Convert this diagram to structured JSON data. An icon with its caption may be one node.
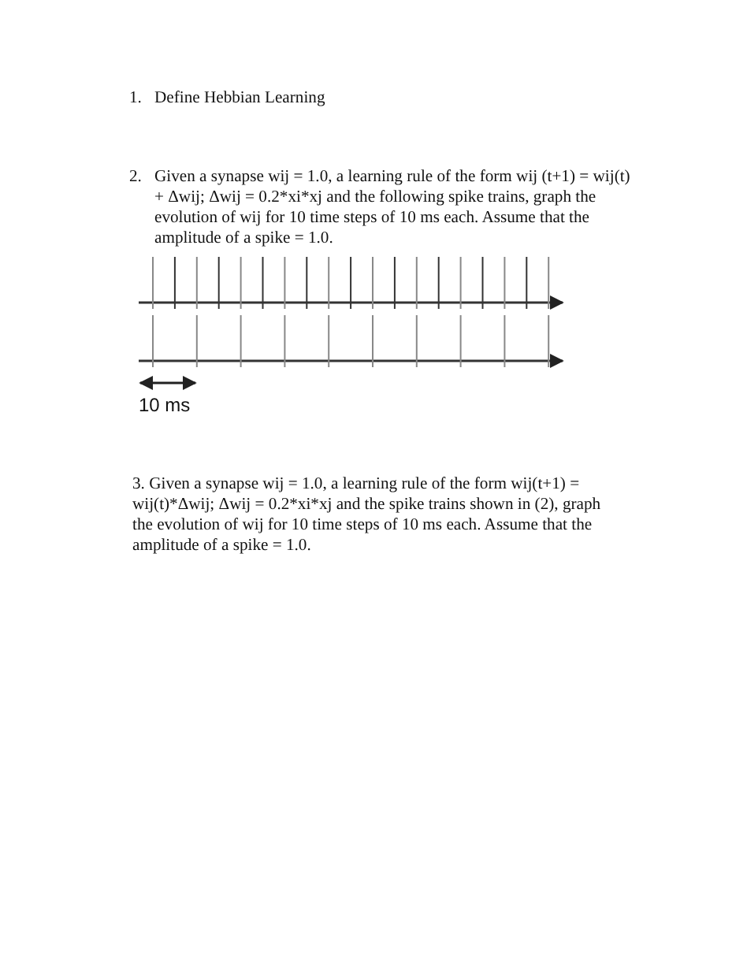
{
  "diagram": {
    "labels": [
      "1.",
      "Define Hebbian Learning",
      "2.",
      "Given a synapse wij = 1.0, a learning rule of the form wij (t+1) = wij(t) + Δwij; Δwij = 0.2*xi*xj and the following spike trains, graph the evolution of wij for 10 time steps of 10 ms each. Assume that the amplitude of a spike = 1.0.",
      "10 ms",
      "3. Given a synapse wij = 1.0, a learning rule of the form wij(t+1) = wij(t)*Δwij; Δwij = 0.2*xi*xj and the spike trains shown in (2), graph the evolution of wij for 10 time steps of 10 ms each. Assume that the amplitude of a spike = 1.0."
    ]
  }
}
